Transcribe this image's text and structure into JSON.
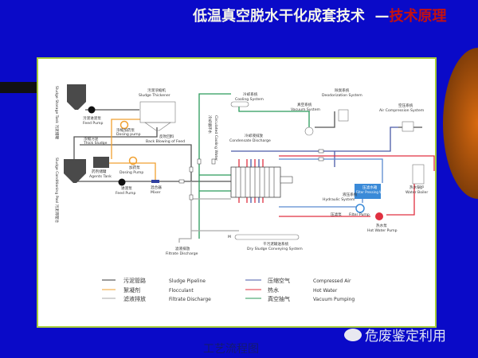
{
  "title": {
    "main": "低温真空脱水干化成套技术",
    "dash": "—",
    "accent": "技术原理"
  },
  "diagram": {
    "sludge_storage_tank": {
      "cn": "污泥储罐",
      "en": "Sludge Storage Tank"
    },
    "feed_pump_top": {
      "cn": "污泥进泥泵",
      "en": "Feed Pump"
    },
    "sludge_thickener": {
      "cn": "污泥浓缩机",
      "en": "Sludge Thickener"
    },
    "dosing_pump_top": {
      "cn": "浓缩加药泵",
      "en": "Dosing pump"
    },
    "thick_sludge": {
      "cn": "浓缩污泥",
      "en": "Thick Sludge"
    },
    "back_blowing": {
      "cn": "反吹回料",
      "en": "Back Blowing of Feed"
    },
    "conditioning_pool": {
      "cn": "污泥调理池",
      "en": "Sludge Conditioning Pool"
    },
    "agents_tank": {
      "cn": "药剂储罐",
      "en": "Agents Tank"
    },
    "dosing_pump": {
      "cn": "加药泵",
      "en": "Dosing Pump"
    },
    "feed_pump": {
      "cn": "进泥泵",
      "en": "Feed Pump"
    },
    "mixer": {
      "cn": "混合器",
      "en": "Mixer"
    },
    "cooling_system": {
      "cn": "冷却系统",
      "en": "Cooling System"
    },
    "circulated_cooling_water": {
      "cn": "冷却循环水",
      "en": "Circulated Cooling Water"
    },
    "condensate_discharge": {
      "cn": "冷却液排放",
      "en": "Condensate Discharge"
    },
    "vacuum_system": {
      "cn": "真空系统",
      "en": "Vacuum System"
    },
    "deodorization_system": {
      "cn": "除臭系统",
      "en": "Deodorization System"
    },
    "air_compression_system": {
      "cn": "空压系统",
      "en": "Air Compression System"
    },
    "filter_pressing_water_tank": {
      "cn": "压滤水箱",
      "en": "Filter Pressing Water Tank"
    },
    "hydraulic_system": {
      "cn": "液压系统",
      "en": "Hydraulic System"
    },
    "filter_pump": {
      "cn": "压滤泵",
      "en": "Filter Pump"
    },
    "hot_water_pump": {
      "cn": "热水泵",
      "en": "Hot Water Pump"
    },
    "water_boiler": {
      "cn": "热水锅炉",
      "en": "Water Boiler"
    },
    "dry_sludge_conveying": {
      "cn": "干污泥输送系统",
      "en": "Dry Sludge Conveying System"
    },
    "filtrate_discharge": {
      "cn": "滤液排放",
      "en": "Filtrate Discharge"
    },
    "motor": "M"
  },
  "legend": [
    {
      "cn": "污泥管路",
      "en": "Sludge Pipeline",
      "color": "#3a3a3a"
    },
    {
      "cn": "絮凝剂",
      "en": "Flocculant",
      "color": "#f0a030"
    },
    {
      "cn": "滤液排放",
      "en": "Filtrate Discharge",
      "color": "#aaaaaa"
    },
    {
      "cn": "压缩空气",
      "en": "Compressed Air",
      "color": "#4a5aa8"
    },
    {
      "cn": "热水",
      "en": "Hot Water",
      "color": "#e03040"
    },
    {
      "cn": "真空抽气",
      "en": "Vacuum Pumping",
      "color": "#2a9a5a"
    }
  ],
  "caption": "工艺流程图",
  "watermark": {
    "text": "危废鉴定利用",
    "icon": "wechat-icon"
  }
}
